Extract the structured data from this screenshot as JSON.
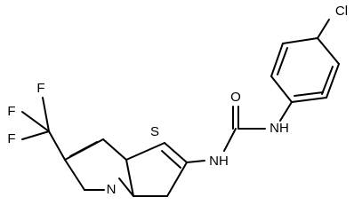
{
  "molecule": {
    "atoms": {
      "cl": "Cl",
      "f1": "F",
      "f2": "F",
      "f3": "F",
      "o": "O",
      "nh1": "NH",
      "nh2": "NH",
      "s": "S",
      "n": "N"
    },
    "colors": {
      "bond": "#000000",
      "label": "#000000",
      "background": "#ffffff"
    }
  }
}
